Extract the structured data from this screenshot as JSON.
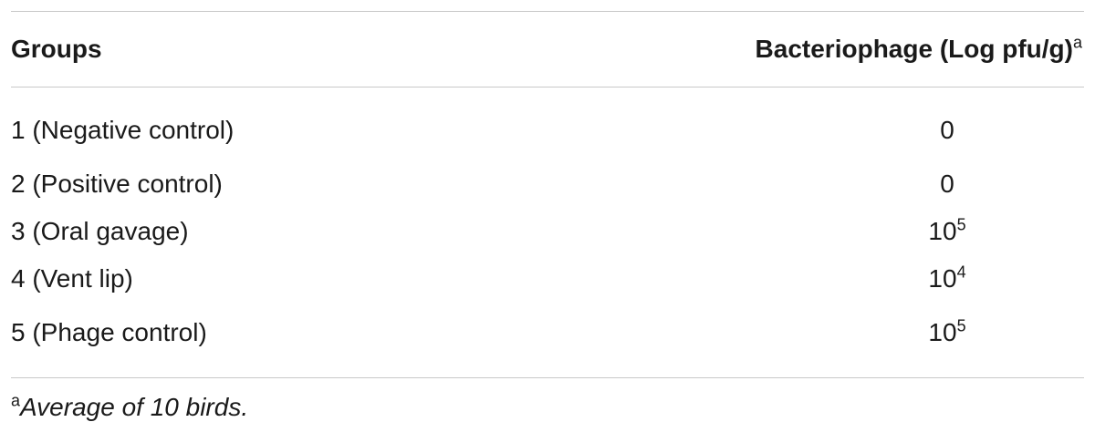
{
  "table": {
    "headers": {
      "groups": "Groups",
      "value": "Bacteriophage (Log pfu/g)",
      "value_marker": "a"
    },
    "rows": [
      {
        "group": "1 (Negative control)",
        "base": "0",
        "exp": ""
      },
      {
        "group": "2 (Positive control)",
        "base": "0",
        "exp": ""
      },
      {
        "group": "3 (Oral gavage)",
        "base": "10",
        "exp": "5"
      },
      {
        "group": "4 (Vent lip)",
        "base": "10",
        "exp": "4"
      },
      {
        "group": "5 (Phage control)",
        "base": "10",
        "exp": "5"
      }
    ]
  },
  "footnote": {
    "marker": "a",
    "text": "Average of 10 birds."
  }
}
